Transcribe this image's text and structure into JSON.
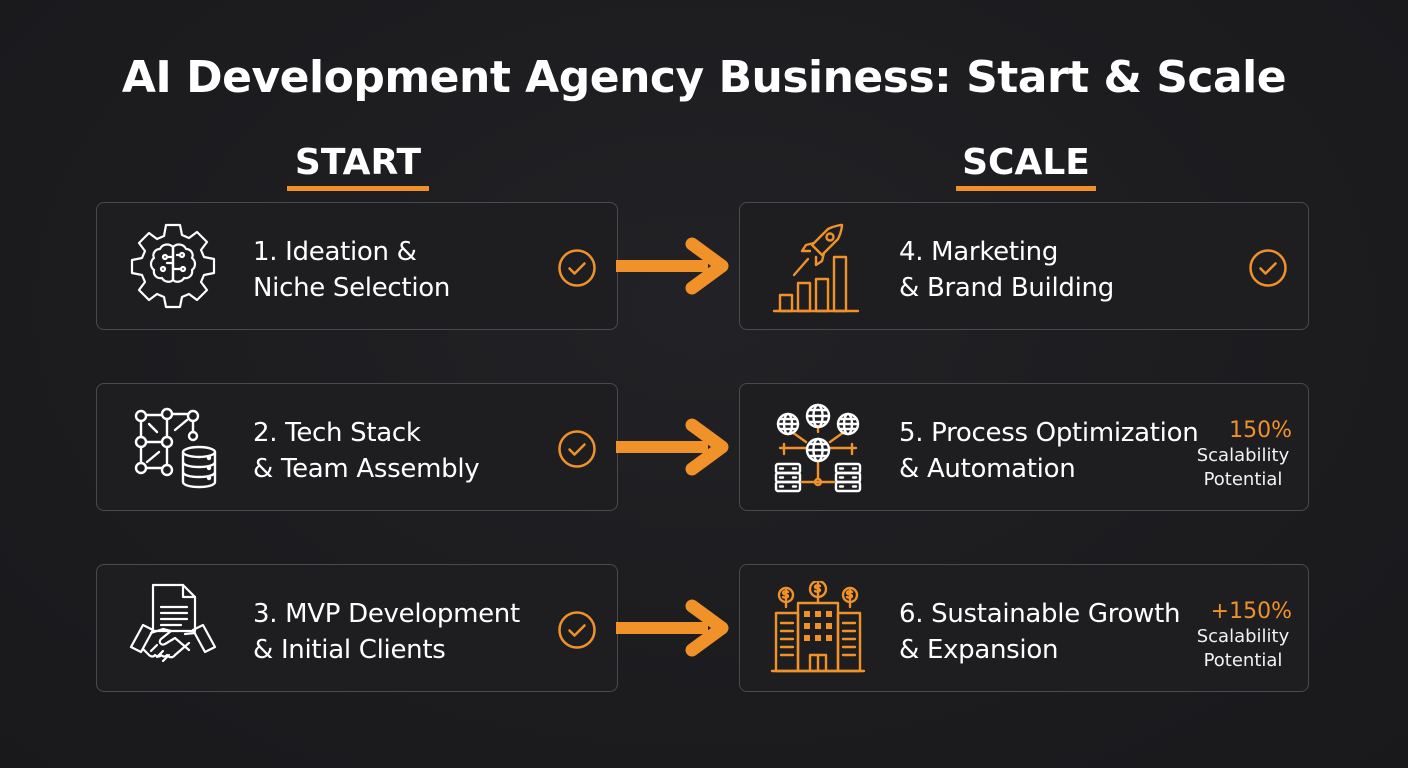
{
  "title": "AI Development Agency Business: Start & Scale",
  "columns": {
    "start": {
      "heading": "START"
    },
    "scale": {
      "heading": "SCALE"
    }
  },
  "colors": {
    "accent": "#f0912a",
    "background": "#1c1c1f",
    "card_border": "#4a4a4e",
    "text": "#ffffff"
  },
  "steps": [
    {
      "number": 1,
      "line1": "1. Ideation &",
      "line2": "Niche Selection",
      "icon": "brain-gear-icon",
      "status": "check-circle-icon"
    },
    {
      "number": 2,
      "line1": "2. Tech Stack",
      "line2": "& Team Assembly",
      "icon": "network-database-icon",
      "status": "check-circle-icon"
    },
    {
      "number": 3,
      "line1": "3. MVP Development",
      "line2": "& Initial Clients",
      "icon": "contract-handshake-icon",
      "status": "check-circle-icon"
    },
    {
      "number": 4,
      "line1": "4. Marketing",
      "line2": "& Brand Building",
      "icon": "rocket-growth-chart-icon",
      "status": "check-circle-icon"
    },
    {
      "number": 5,
      "line1": "5. Process Optimization",
      "line2": "& Automation",
      "icon": "globe-server-network-icon",
      "metric_value": "150%",
      "metric_caption_1": "Scalability",
      "metric_caption_2": "Potential"
    },
    {
      "number": 6,
      "line1": "6. Sustainable Growth",
      "line2": "& Expansion",
      "icon": "building-money-icon",
      "metric_value": "+150%",
      "metric_caption_1": "Scalability",
      "metric_caption_2": "Potential"
    }
  ],
  "connectors": [
    {
      "from": 1,
      "to": 4,
      "icon": "arrow-right-icon"
    },
    {
      "from": 2,
      "to": 5,
      "icon": "arrow-right-icon"
    },
    {
      "from": 3,
      "to": 6,
      "icon": "arrow-right-icon"
    }
  ]
}
